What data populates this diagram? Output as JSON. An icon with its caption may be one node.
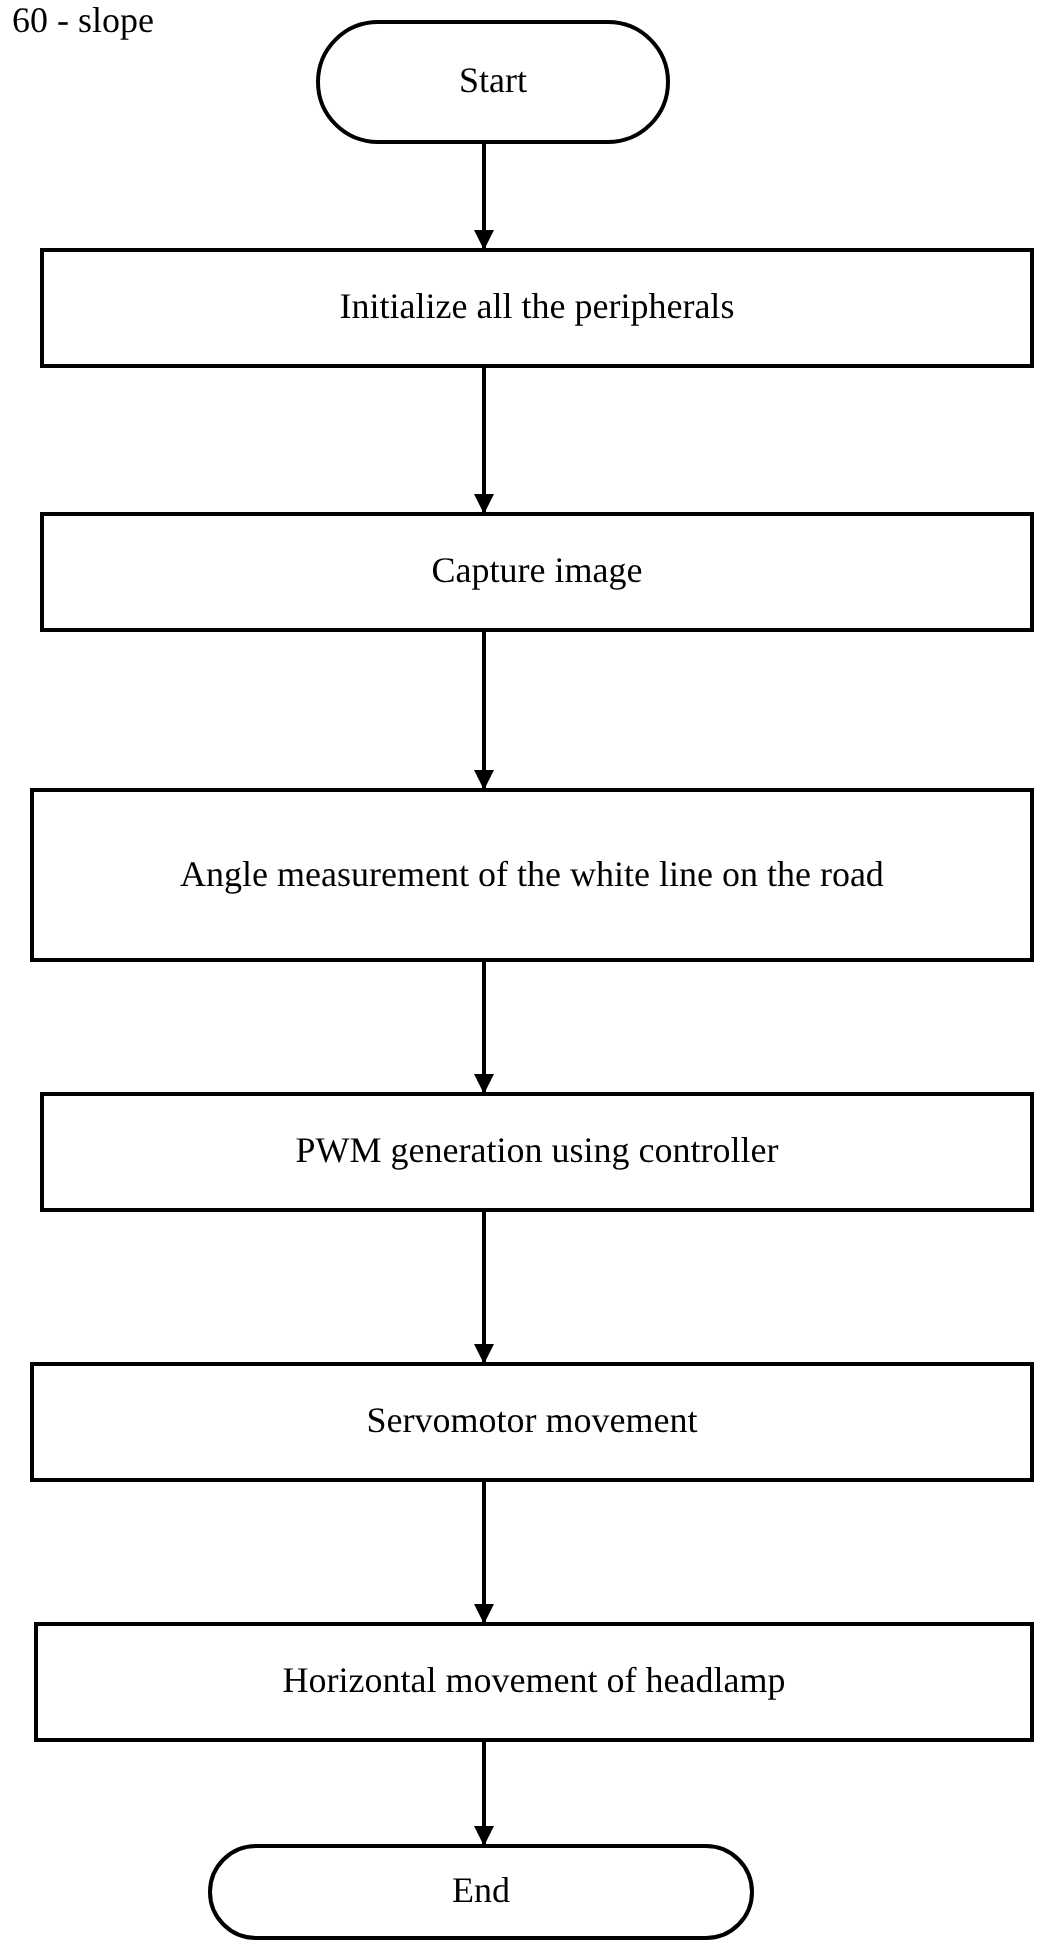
{
  "diagram": {
    "nodes": [
      {
        "text": [
          "Start"
        ]
      },
      {
        "text": [
          "Initialize all the peripherals"
        ]
      },
      {
        "text": [
          "Capture image"
        ]
      },
      {
        "text": [
          "Angle measurement of the white line on the road"
        ]
      },
      {
        "text": [
          "PWM generation using controller"
        ]
      },
      {
        "text": [
          "Servomotor movement"
        ]
      },
      {
        "text": [
          "Horizontal movement of headlamp"
        ]
      },
      {
        "text": [
          "End"
        ]
      }
    ],
    "edges": [
      {
        "from": 0,
        "to": 1,
        "arrow": "to"
      },
      {
        "from": 1,
        "to": 2,
        "arrow": "to"
      },
      {
        "from": 2,
        "to": 3,
        "arrow": "to"
      },
      {
        "from": 3,
        "to": 4,
        "arrow": "to"
      },
      {
        "from": 4,
        "to": 5,
        "arrow": "to"
      },
      {
        "from": 5,
        "to": 6,
        "arrow": "to"
      },
      {
        "from": 6,
        "to": 7,
        "arrow": "to"
      }
    ],
    "labels": [
      "60 - slope"
    ]
  }
}
